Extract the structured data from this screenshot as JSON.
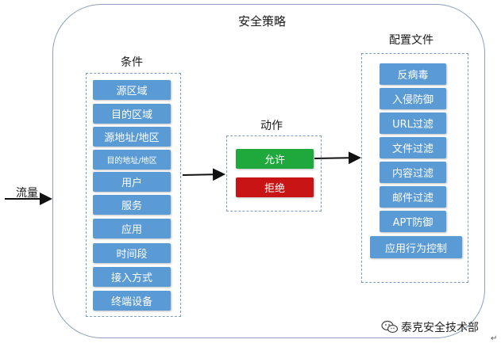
{
  "title": "安全策略",
  "traffic_label": "流量",
  "conditions": {
    "heading": "条件",
    "items": [
      "源区域",
      "目的区域",
      "源地址/地区",
      "目的地址/地区",
      "用户",
      "服务",
      "应用",
      "时间段",
      "接入方式",
      "终端设备"
    ]
  },
  "actions": {
    "heading": "动作",
    "allow": "允许",
    "deny": "拒绝",
    "allow_color": "#1fa93d",
    "deny_color": "#c81414"
  },
  "profiles": {
    "heading": "配置文件",
    "items": [
      "反病毒",
      "入侵防御",
      "URL过滤",
      "文件过滤",
      "内容过滤",
      "邮件过滤",
      "APT防御",
      "应用行为控制"
    ]
  },
  "watermark": {
    "text": "泰克安全技术部",
    "icon": "wechat-icon"
  },
  "colors": {
    "box": "#5b9bd5",
    "border": "#7c9cc4"
  }
}
